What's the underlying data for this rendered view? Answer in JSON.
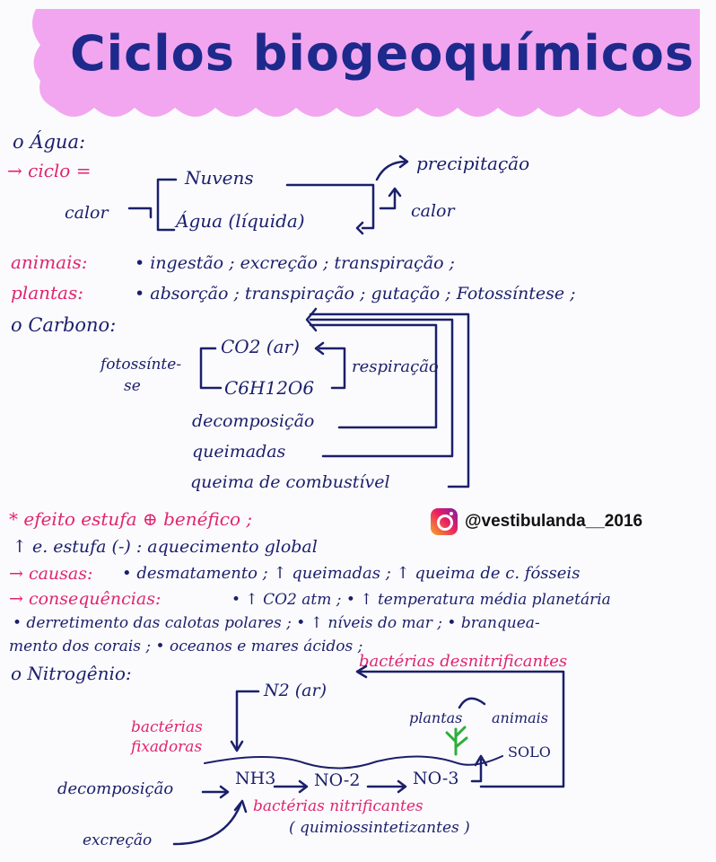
{
  "title": "Ciclos biogeoquímicos",
  "agua": {
    "heading": "o Água:",
    "ciclo_label": "→ ciclo =",
    "nuvens": "Nuvens",
    "agua_liquida": "Água (líquida)",
    "calor_left": "calor",
    "calor_right": "calor",
    "precipitacao": "precipitação",
    "animais_label": "animais:",
    "animais_text": "• ingestão ; excreção ; transpiração ;",
    "plantas_label": "plantas:",
    "plantas_text": "• absorção ; transpiração ; gutação ; Fotossíntese ;"
  },
  "carbono": {
    "heading": "o Carbono:",
    "co2": "CO2 (ar)",
    "glicose": "C6H12O6",
    "fotossintese_1": "fotossínte-",
    "fotossintese_2": "se",
    "respiracao": "respiração",
    "decomposicao": "decomposição",
    "queimadas": "queimadas",
    "combustivel": "queima de combustível"
  },
  "efeito": {
    "heading": "* efeito estufa ⊕ benéfico ;",
    "line1": "↑ e. estufa (-) : aquecimento global",
    "causas_label": "→ causas:",
    "causas_text": "• desmatamento ; ↑ queimadas ; ↑ queima de c. fósseis",
    "consequencias_label": "→ consequências:",
    "consequencias_text": "• ↑ CO2 atm ; • ↑ temperatura média planetária",
    "line_cont1": "• derretimento das calotas polares ; • ↑ níveis do mar ; • branquea-",
    "line_cont2": "mento dos corais ; • oceanos e mares ácidos ;"
  },
  "watermark": {
    "handle": "@vestibulanda__2016"
  },
  "nitrogenio": {
    "heading": "o Nitrogênio:",
    "desnitrificantes": "bactérias desnitrificantes",
    "n2": "N2 (ar)",
    "plantas_animais_1": "plantas",
    "plantas_animais_2": "animais",
    "fixadoras_1": "bactérias",
    "fixadoras_2": "fixadoras",
    "solo": "SOLO",
    "decomposicao": "decomposição",
    "nh3": "NH3",
    "no2": "NO-2",
    "no3": "NO-3",
    "nitrificantes": "bactérias nitrificantes",
    "quimio": "( quimiossintetizantes )",
    "excrecao": "excreção"
  },
  "colors": {
    "navy": "#1b1f6b",
    "pink": "#e0256f",
    "title_blue": "#1d2a8c",
    "banner_pink": "#f2a6f0"
  }
}
